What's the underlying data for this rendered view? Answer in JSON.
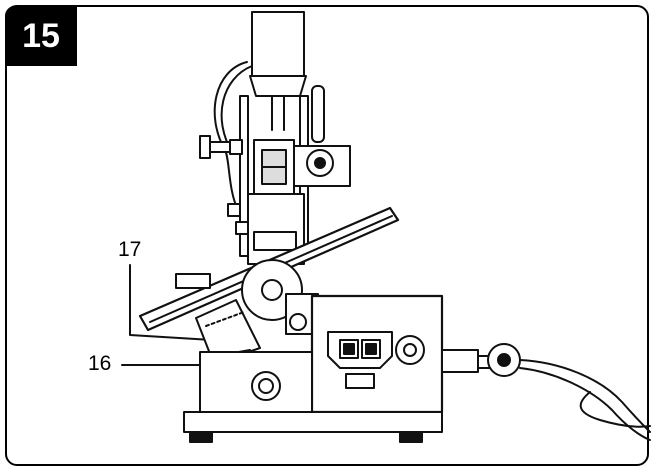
{
  "figure": {
    "number": "15",
    "callouts": [
      {
        "id": "c17",
        "label": "17"
      },
      {
        "id": "c16",
        "label": "16"
      }
    ]
  }
}
